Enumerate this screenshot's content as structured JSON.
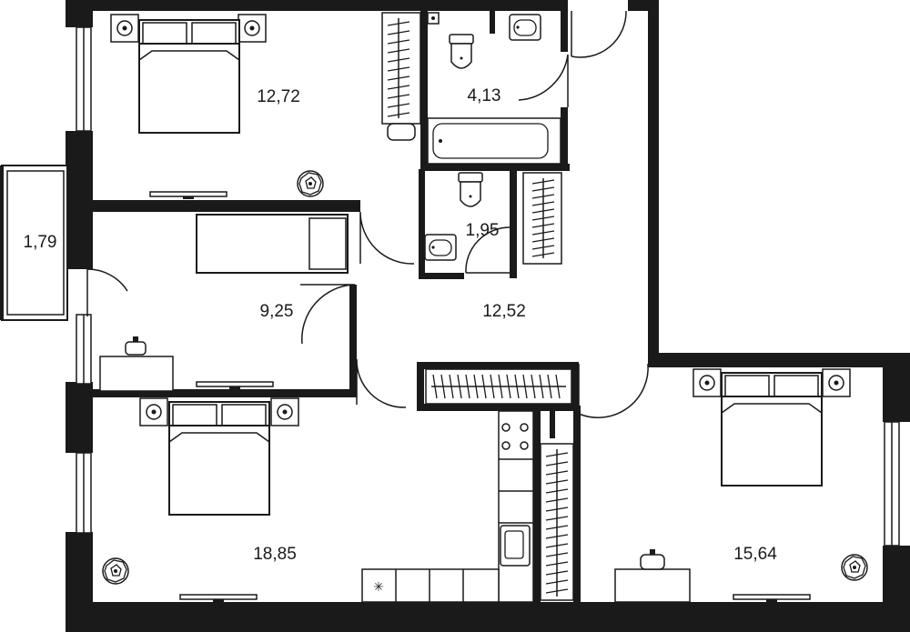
{
  "rooms": [
    {
      "id": "bedroom-top",
      "area": "12,72"
    },
    {
      "id": "balcony",
      "area": "1,79"
    },
    {
      "id": "bathroom",
      "area": "4,13"
    },
    {
      "id": "wc",
      "area": "1,95"
    },
    {
      "id": "study",
      "area": "9,25"
    },
    {
      "id": "hall",
      "area": "12,52"
    },
    {
      "id": "living-kitchen",
      "area": "18,85"
    },
    {
      "id": "bedroom-right",
      "area": "15,64"
    }
  ],
  "colors": {
    "wall": "#1a1a1a",
    "background": "#ffffff",
    "line": "#1a1a1a"
  },
  "icons": [
    "bed-icon",
    "sofa-icon",
    "wardrobe-icon",
    "toilet-icon",
    "sink-icon",
    "bathtub-icon",
    "plant-icon",
    "stove-icon",
    "lamp-icon",
    "tv-icon",
    "door-swing-icon",
    "window-icon"
  ]
}
